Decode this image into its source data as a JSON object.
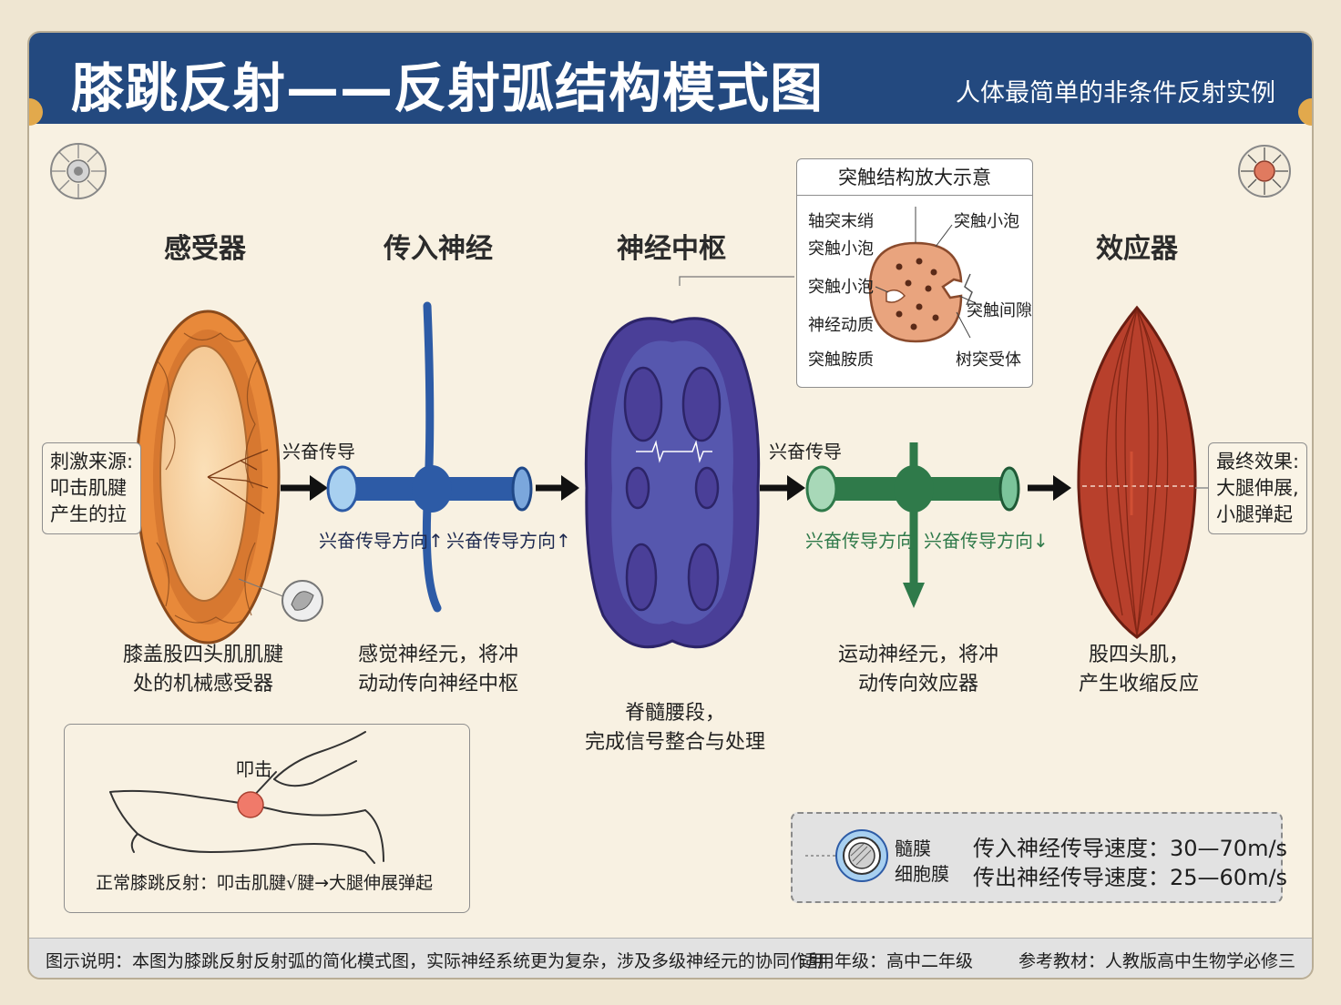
{
  "header": {
    "title": "膝跳反射——反射弧结构模式图",
    "subtitle": "人体最简单的非条件反射实例"
  },
  "sections": {
    "receptor": {
      "title": "感受器",
      "desc": [
        "膝盖股四头肌肌腱",
        "处的机械感受器"
      ]
    },
    "afferent": {
      "title": "传入神经",
      "desc": [
        "感觉神经元，将冲",
        "动动传向神经中枢"
      ]
    },
    "center": {
      "title": "神经中枢",
      "desc": [
        "脊髓腰段，",
        "完成信号整合与处理"
      ]
    },
    "efferent": {
      "desc": [
        "运动神经元，将冲",
        "动传向效应器"
      ]
    },
    "effector": {
      "title": "效应器",
      "desc": [
        "股四头肌，",
        "产生收缩反应"
      ]
    }
  },
  "stimulus_box": [
    "刺激来源:",
    "叩击肌腱",
    "产生的拉"
  ],
  "final_box": [
    "最终效果:",
    "大腿伸展,",
    "小腿弹起"
  ],
  "conduction": {
    "left_label": "兴奋传导",
    "right_label": "兴奋传导",
    "afferent_dir_1": "兴奋传导方向↑",
    "afferent_dir_2": "兴奋传导方向↑",
    "efferent_dir_1": "兴奋传导方向",
    "efferent_dir_2": "兴奋传导方向↓"
  },
  "synapse_inset": {
    "title": "突触结构放大示意",
    "labels": {
      "axon_terminal": "轴突末绡",
      "vesicle_1": "突触小泡",
      "vesicle_right": "突触小泡",
      "vesicle_2": "突触小泡",
      "transmitter": "神经动质",
      "cleft": "突触间隙",
      "membrane": "突触胺质",
      "receptor": "树突受体"
    }
  },
  "knee_legend": {
    "tap_label": "叩击",
    "caption": "正常膝跳反射：叩击肌腱√腱→大腿伸展弹起"
  },
  "speed_box": {
    "myelin": "髓膜",
    "cell_membrane": "细胞膜",
    "afferent_speed": "传入神经传导速度：30—70m/s",
    "efferent_speed": "传出神经传导速度：25—60m/s"
  },
  "footer": {
    "note": "图示说明：本图为膝跳反射反射弧的简化模式图，实际神经系统更为复杂，涉及多级神经元的协同作用",
    "grade": "适用年级：高中二年级",
    "textbook": "参考教材：人教版高中生物学必修三"
  },
  "colors": {
    "banner": "#23497f",
    "afferent": "#2d5ba6",
    "efferent": "#2f7a4a",
    "receptor": "#e8893a",
    "spinal": "#4a3f98",
    "muscle": "#b8402c"
  }
}
